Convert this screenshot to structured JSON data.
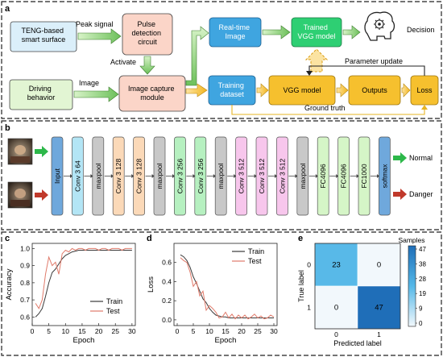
{
  "panel_a": {
    "letter": "a",
    "boxes": {
      "teng": [
        "TENG-based",
        "smart surface"
      ],
      "pulse": [
        "Pulse",
        "detection",
        "circuit"
      ],
      "realtime": [
        "Real-time",
        "Image"
      ],
      "trained_vgg": [
        "Trained",
        "VGG model"
      ],
      "driving": [
        "Driving",
        "behavior"
      ],
      "capture": [
        "Image capture",
        "module"
      ],
      "training": [
        "Training",
        "dataset"
      ],
      "vgg": "VGG model",
      "outputs": "Outputs",
      "loss": "Loss"
    },
    "labels": {
      "peak_signal": "Peak signal",
      "activate": "Activate",
      "image": "Image",
      "decision": "Decision",
      "parameter_update": "Parameter update",
      "ground_truth": "Ground truth"
    },
    "icons": {
      "brain": "brain-gear-icon"
    }
  },
  "panel_b": {
    "letter": "b",
    "layers": [
      "Input",
      "Conv 3 64",
      "maxpool",
      "Conv 3 128",
      "Conv 3 128",
      "maxpool",
      "Conv 3 256",
      "Conv 3 256",
      "maxpool",
      "Conv 3 512",
      "Conv 3 512",
      "Conv 3 512",
      "maxpool",
      "FC4096",
      "FC4096",
      "FC1000",
      "softmax"
    ],
    "layer_colors": [
      "#6fa8dc",
      "#b3e5f5",
      "#c8c8c8",
      "#fbd9b8",
      "#fbd9b8",
      "#c8c8c8",
      "#b6f0c0",
      "#b6f0c0",
      "#c8c8c8",
      "#f7c6ec",
      "#f7c6ec",
      "#f7c6ec",
      "#c8c8c8",
      "#d5f5c7",
      "#d5f5c7",
      "#d5f5c7",
      "#6fa8dc"
    ],
    "outputs": [
      "Normal",
      "Danger"
    ],
    "output_colors": [
      "#2db84a",
      "#c0392b"
    ]
  },
  "panel_c": {
    "letter": "c",
    "chart_data": {
      "type": "line",
      "xlabel": "Epoch",
      "ylabel": "Accuracy",
      "xlim": [
        0,
        31
      ],
      "ylim": [
        0.55,
        1.03
      ],
      "xticks": [
        0,
        5,
        10,
        15,
        20,
        25,
        30
      ],
      "yticks": [
        0.6,
        0.7,
        0.8,
        0.9,
        1.0
      ],
      "ytick_labels": [
        "0.6",
        "0.7",
        "0.8",
        "0.9",
        "1.0"
      ],
      "legend": "bottom-right",
      "series": [
        {
          "name": "Train",
          "color": "#3a3a3a",
          "x": [
            1,
            2,
            3,
            4,
            5,
            6,
            7,
            8,
            9,
            10,
            11,
            12,
            13,
            14,
            15,
            16,
            17,
            18,
            19,
            20,
            21,
            22,
            23,
            24,
            25,
            26,
            27,
            28,
            29,
            30
          ],
          "y": [
            0.6,
            0.62,
            0.65,
            0.72,
            0.8,
            0.86,
            0.88,
            0.91,
            0.94,
            0.96,
            0.97,
            0.98,
            0.985,
            0.99,
            0.99,
            0.99,
            0.99,
            0.99,
            0.99,
            0.99,
            0.99,
            0.99,
            0.99,
            0.99,
            0.99,
            0.99,
            0.99,
            0.99,
            0.99,
            0.99
          ]
        },
        {
          "name": "Test",
          "color": "#e07a6a",
          "x": [
            1,
            2,
            3,
            4,
            5,
            6,
            7,
            8,
            9,
            10,
            11,
            12,
            13,
            14,
            15,
            16,
            17,
            18,
            19,
            20,
            21,
            22,
            23,
            24,
            25,
            26,
            27,
            28,
            29,
            30
          ],
          "y": [
            0.68,
            0.65,
            0.7,
            0.85,
            0.95,
            0.9,
            0.92,
            0.85,
            0.97,
            0.99,
            0.98,
            1.0,
            0.99,
            1.0,
            1.0,
            0.99,
            1.0,
            1.0,
            1.0,
            0.99,
            1.0,
            1.0,
            0.99,
            1.0,
            1.0,
            1.0,
            0.99,
            1.0,
            1.0,
            1.0
          ]
        }
      ]
    }
  },
  "panel_d": {
    "letter": "d",
    "chart_data": {
      "type": "line",
      "xlabel": "Epoch",
      "ylabel": "Loss",
      "xlim": [
        -1,
        31
      ],
      "ylim": [
        -0.06,
        0.8
      ],
      "xticks": [
        0,
        5,
        10,
        15,
        20,
        25,
        30
      ],
      "yticks": [
        0.0,
        0.2,
        0.4,
        0.6
      ],
      "ytick_labels": [
        "0.0",
        "0.2",
        "0.4",
        "0.6"
      ],
      "legend": "top-right",
      "series": [
        {
          "name": "Train",
          "color": "#3a3a3a",
          "x": [
            1,
            2,
            3,
            4,
            5,
            6,
            7,
            8,
            9,
            10,
            11,
            12,
            13,
            14,
            15,
            16,
            17,
            18,
            19,
            20,
            21,
            22,
            23,
            24,
            25,
            26,
            27,
            28,
            29,
            30
          ],
          "y": [
            0.68,
            0.66,
            0.62,
            0.55,
            0.45,
            0.38,
            0.3,
            0.22,
            0.18,
            0.12,
            0.08,
            0.05,
            0.04,
            0.03,
            0.03,
            0.02,
            0.02,
            0.02,
            0.02,
            0.02,
            0.02,
            0.02,
            0.02,
            0.02,
            0.02,
            0.02,
            0.02,
            0.02,
            0.02,
            0.02
          ]
        },
        {
          "name": "Test",
          "color": "#e07a6a",
          "x": [
            1,
            2,
            3,
            4,
            5,
            6,
            7,
            8,
            9,
            10,
            11,
            12,
            13,
            14,
            15,
            16,
            17,
            18,
            19,
            20,
            21,
            22,
            23,
            24,
            25,
            26,
            27,
            28,
            29,
            30
          ],
          "y": [
            0.65,
            0.62,
            0.6,
            0.5,
            0.35,
            0.4,
            0.25,
            0.3,
            0.1,
            0.15,
            0.12,
            0.08,
            0.02,
            0.03,
            0.08,
            0.02,
            0.06,
            0.01,
            0.05,
            0.02,
            0.05,
            0.01,
            0.03,
            0.06,
            0.02,
            0.04,
            0.01,
            0.02,
            0.05,
            0.03
          ]
        }
      ]
    }
  },
  "panel_e": {
    "letter": "e",
    "chart_data": {
      "type": "heatmap",
      "xlabel": "Predicted label",
      "ylabel": "True label",
      "x_ticks": [
        "0",
        "1"
      ],
      "y_ticks": [
        "0",
        "1"
      ],
      "matrix": [
        [
          23,
          0
        ],
        [
          0,
          47
        ]
      ],
      "colorbar_title": "Samples",
      "colorbar_ticks": [
        "47",
        "38",
        "28",
        "19",
        "9",
        "0"
      ],
      "colors": {
        "low": "#f2f8fc",
        "mid": "#55b8e8",
        "high": "#1f6eb8"
      }
    }
  }
}
